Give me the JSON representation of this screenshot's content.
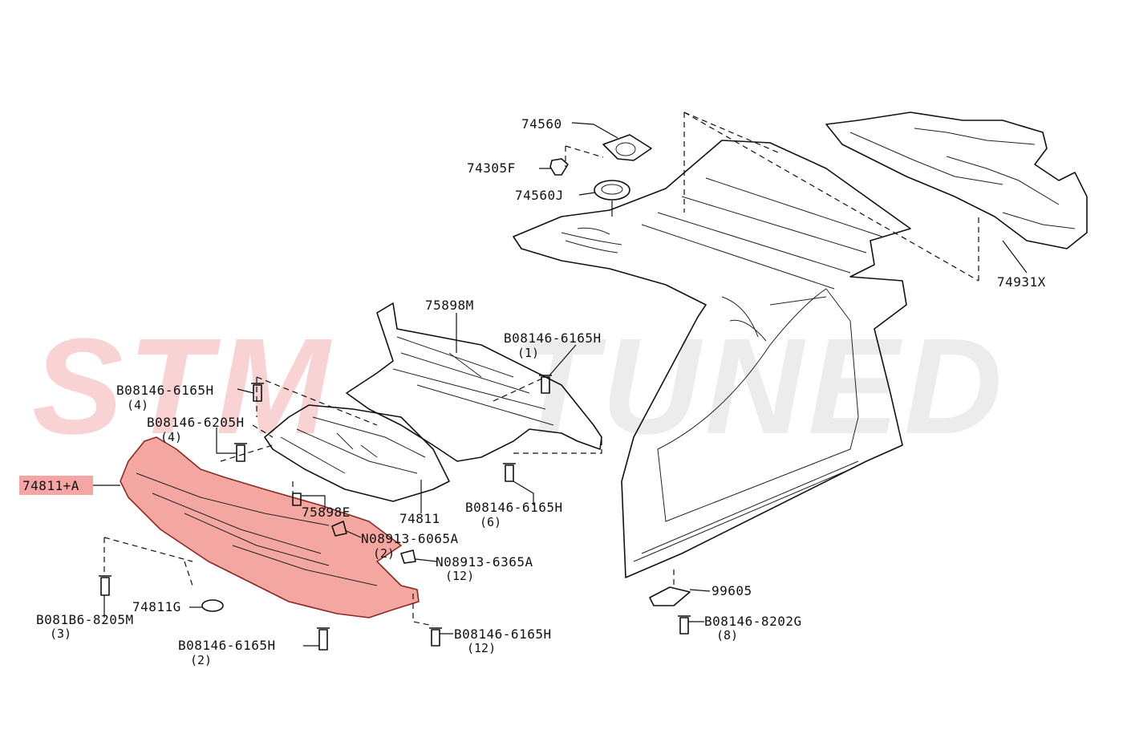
{
  "watermark": {
    "text_a": "STM",
    "text_b": "TUNED",
    "color_a": "#f9d3d3",
    "color_b": "#ececec"
  },
  "highlight": {
    "color": "#f4a6a0",
    "part": "74811+A"
  },
  "labels": {
    "p74560": "74560",
    "p74305F": "74305F",
    "p74560J": "74560J",
    "p74931X": "74931X",
    "p75898M": "75898M",
    "b_top_right": "B08146-6165H",
    "b_top_right_qty": "(1)",
    "b_left_top": "B08146-6165H",
    "b_left_top_qty": "(4)",
    "b_6205H": "B08146-6205H",
    "b_6205H_qty": "(4)",
    "p74811A": "74811+A",
    "p75898E": "75898E",
    "p74811": "74811",
    "b_mid": "B08146-6165H",
    "b_mid_qty": "(6)",
    "n_6065A": "N08913-6065A",
    "n_6065A_qty": "(2)",
    "n_6365A": "N08913-6365A",
    "n_6365A_qty": "(12)",
    "p99605": "99605",
    "p74811G": "74811G",
    "b_8205M": "B081B6-8205M",
    "b_8205M_qty": "(3)",
    "b_bottom": "B08146-6165H",
    "b_bottom_qty": "(2)",
    "b_bottom_right": "B08146-6165H",
    "b_bottom_right_qty": "(12)",
    "b_8202G": "B08146-8202G",
    "b_8202G_qty": "(8)"
  }
}
